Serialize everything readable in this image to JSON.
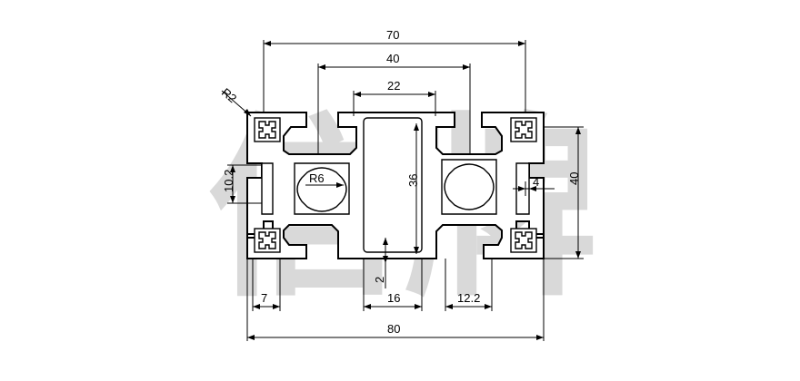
{
  "drawing": {
    "watermark": "信牌",
    "dimensions": {
      "overall_width": "70",
      "center_width": "40",
      "slot_top": "22",
      "radius_corner": "R2",
      "radius_core": "R6",
      "slot_height": "10.2",
      "inner_height": "36",
      "small_step": "4",
      "overall_height": "40",
      "slot_width_left": "7",
      "wall": "2",
      "center_slot": "16",
      "right_slot": "12.2",
      "total_width": "80"
    }
  }
}
